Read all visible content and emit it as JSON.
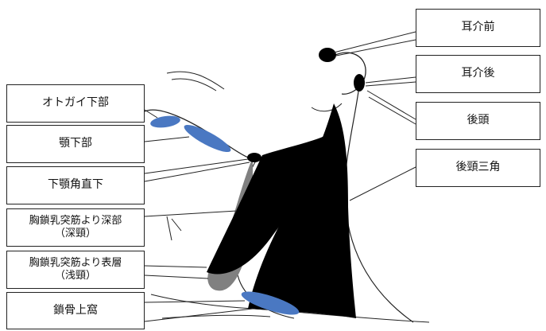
{
  "labels": {
    "ear_front": "耳介前",
    "ear_back": "耳介後",
    "occipital": "後頭",
    "posterior_triangle": "後頸三角",
    "submental": "オトガイ下部",
    "submandibular": "顎下部",
    "below_jaw_angle": "下顎角直下",
    "deep_cervical": "胸鎖乳突筋より深部\n（深頸）",
    "superficial_cervical": "胸鎖乳突筋より表層\n（浅頸）",
    "supraclavicular": "鎖骨上窩"
  },
  "colors": {
    "node_blue": "#4a78c2",
    "muscle_black": "#000000",
    "muscle_gray": "#808080",
    "line": "#222222"
  }
}
